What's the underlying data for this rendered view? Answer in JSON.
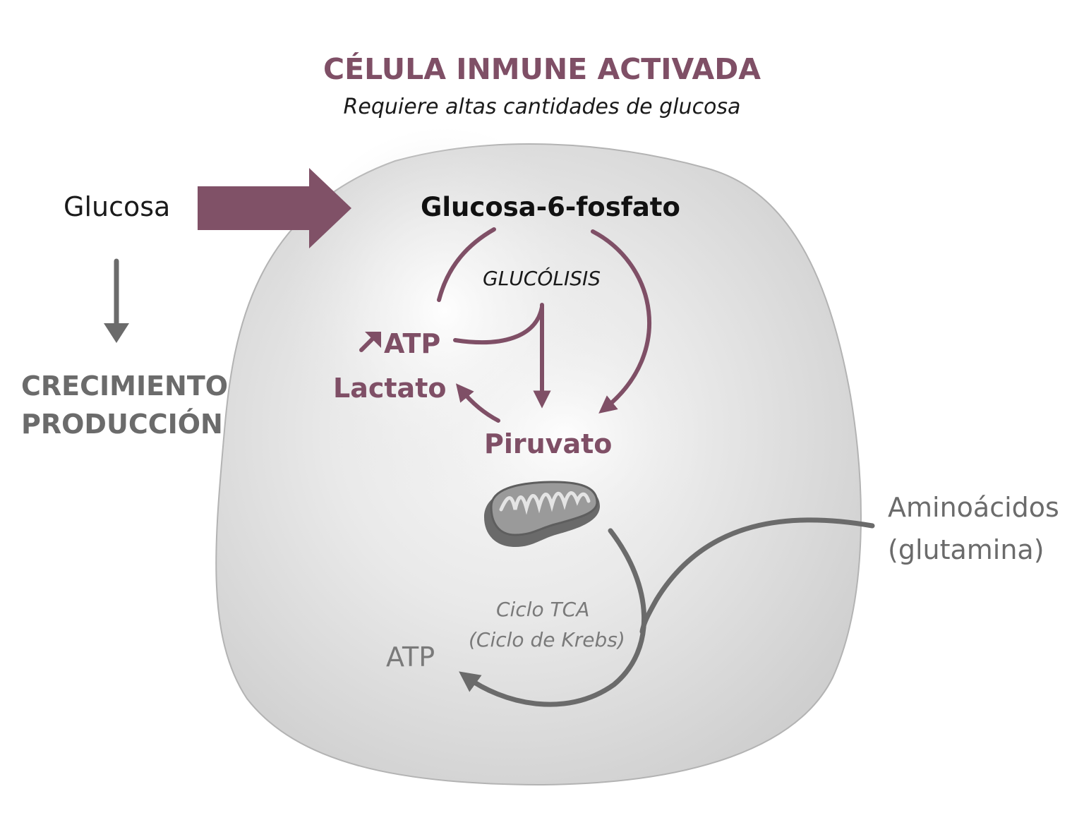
{
  "header": {
    "title": "CÉLULA INMUNE ACTIVADA",
    "subtitle": "Requiere altas cantidades de glucosa"
  },
  "outside": {
    "glucose": "Glucosa",
    "outcome_line1": "CRECIMIENTO",
    "outcome_line2": "PRODUCCIÓN",
    "amino_line1": "Aminoácidos",
    "amino_line2": "(glutamina)"
  },
  "glycolysis": {
    "start": "Glucosa-6-fosfato",
    "label": "GLUCÓLISIS",
    "atp": "ATP",
    "lactate": "Lactato",
    "pyruvate": "Piruvato"
  },
  "tca": {
    "line1": "Ciclo TCA",
    "line2": "(Ciclo de Krebs)",
    "atp": "ATP"
  },
  "colors": {
    "accent": "#7f4f66",
    "gray": "#6b6b6b",
    "cell_edge": "#b3b3b3"
  },
  "icons": {
    "organelle": "mitochondrion-icon",
    "increase": "arrow-up-right-icon"
  }
}
